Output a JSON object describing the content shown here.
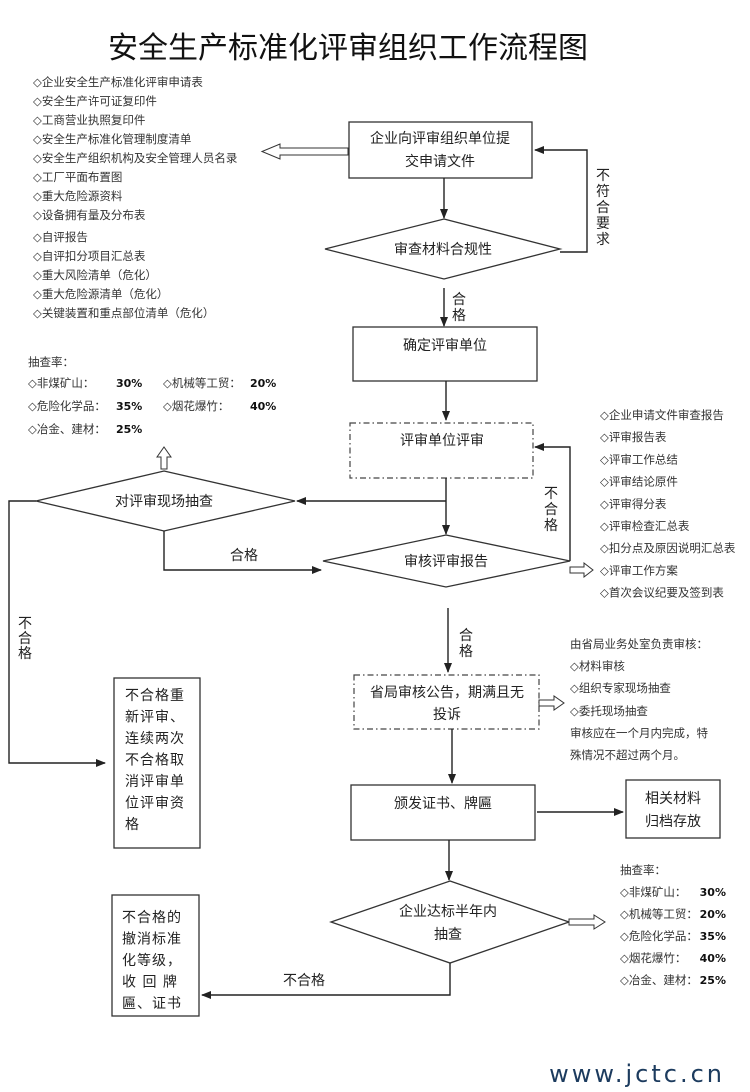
{
  "title": "安全生产标准化评审组织工作流程图",
  "application_docs": [
    "◇企业安全生产标准化评审申请表",
    "◇安全生产许可证复印件",
    "◇工商营业执照复印件",
    "◇安全生产标准化管理制度清单",
    "◇安全生产组织机构及安全管理人员名录",
    "◇工厂平面布置图",
    "◇重大危险源资料",
    "◇设备拥有量及分布表",
    "◇自评报告",
    "◇自评扣分项目汇总表",
    "◇重大风险清单（危化）",
    "◇重大危险源清单（危化）",
    "◇关键装置和重点部位清单（危化）"
  ],
  "nodes": {
    "submit": [
      "企业向评审组织单位提",
      "交申请文件"
    ],
    "check_compliance": "审查材料合规性",
    "determine_unit": "确定评审单位",
    "unit_review": "评审单位评审",
    "onsite_spot_check": "对评审现场抽查",
    "audit_report": "审核评审报告",
    "announce": [
      "省局审核公告，期满且无",
      "投诉"
    ],
    "issue_cert": "颁发证书、牌匾",
    "archive": [
      "相关材料",
      "归档存放"
    ],
    "half_year_check": [
      "企业达标半年内",
      "抽查"
    ],
    "fail_rereview": [
      "不合格重",
      "新评审、",
      "连续两次",
      "不合格取",
      "消评审单",
      "位评审资",
      "格"
    ],
    "fail_revoke": [
      "不合格的",
      "撤消标准",
      "化等级，",
      "收 回 牌",
      "匾、证书"
    ]
  },
  "edge_labels": {
    "not_meet": [
      "不",
      "符",
      "合",
      "要",
      "求"
    ],
    "pass_1": [
      "合",
      "格"
    ],
    "pass_2": "合格",
    "fail_1": [
      "不",
      "合",
      "格"
    ],
    "fail_2": [
      "不",
      "合",
      "格"
    ],
    "pass_3": [
      "合",
      "格"
    ],
    "fail_3": "不合格"
  },
  "spot_rates_top": {
    "heading": "抽查率：",
    "items": [
      {
        "label": "◇非煤矿山：",
        "value": "30%"
      },
      {
        "label": "◇机械等工贸：",
        "value": "20%"
      },
      {
        "label": "◇危险化学品：",
        "value": "35%"
      },
      {
        "label": "◇烟花爆竹：",
        "value": "40%"
      },
      {
        "label": "◇冶金、建材：",
        "value": "25%"
      }
    ]
  },
  "review_docs": [
    "◇企业申请文件审查报告",
    "◇评审报告表",
    "◇评审工作总结",
    "◇评审结论原件",
    "◇评审得分表",
    "◇评审检查汇总表",
    "◇扣分点及原因说明汇总表",
    "◇评审工作方案",
    "◇首次会议纪要及签到表"
  ],
  "provincial_review": [
    "由省局业务处室负责审核：",
    "◇材料审核",
    "◇组织专家现场抽查",
    "◇委托现场抽查",
    "审核应在一个月内完成，特",
    "殊情况不超过两个月。"
  ],
  "spot_rates_bottom": {
    "heading": "抽查率：",
    "items": [
      {
        "label": "◇非煤矿山：",
        "value": "30%"
      },
      {
        "label": "◇机械等工贸：",
        "value": "20%"
      },
      {
        "label": "◇危险化学品：",
        "value": "35%"
      },
      {
        "label": "◇烟花爆竹：",
        "value": "40%"
      },
      {
        "label": "◇冶金、建材：",
        "value": "25%"
      }
    ]
  },
  "watermark": "www.jctc.cn"
}
